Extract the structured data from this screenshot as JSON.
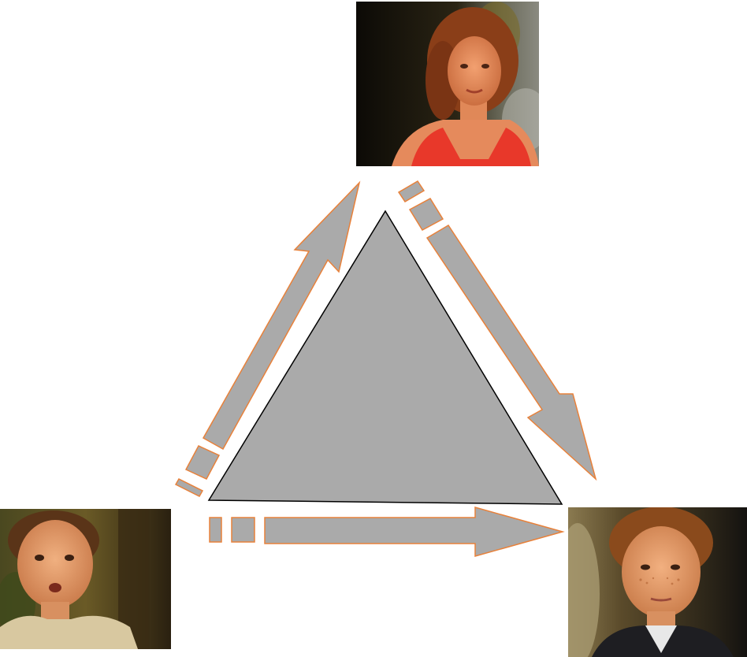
{
  "diagram": {
    "colors": {
      "triangle_fill": "#aaaaaa",
      "triangle_stroke": "#000000",
      "arrow_fill": "#aaaaaa",
      "arrow_stroke": "#e8813a",
      "background": "#ffffff"
    },
    "nodes": [
      {
        "id": "top",
        "icon": "portrait-girl-red-dress"
      },
      {
        "id": "bottom-left",
        "icon": "portrait-boy-surprised"
      },
      {
        "id": "bottom-right",
        "icon": "portrait-boy-freckled"
      }
    ],
    "edges": [
      {
        "from": "bottom-left",
        "to": "top"
      },
      {
        "from": "top",
        "to": "bottom-right"
      },
      {
        "from": "bottom-left",
        "to": "bottom-right"
      }
    ]
  }
}
